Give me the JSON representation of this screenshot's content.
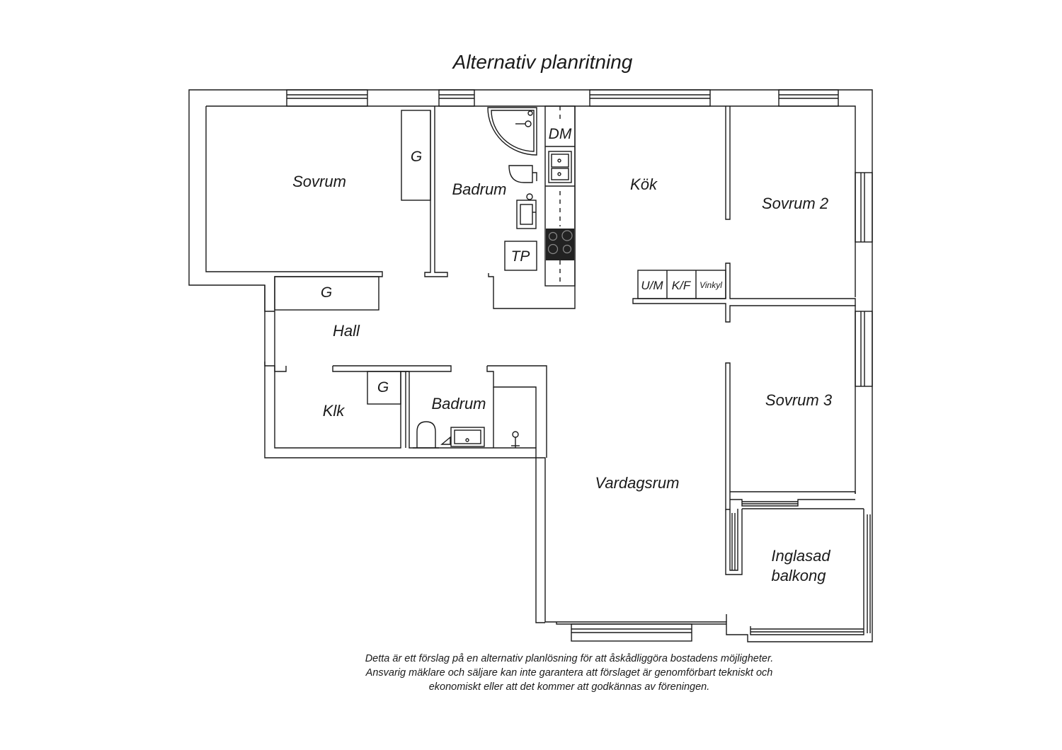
{
  "title": "Alternativ planritning",
  "rooms": {
    "sovrum": "Sovrum",
    "closet_sovrum": "G",
    "badrum_top": "Badrum",
    "tp": "TP",
    "dm": "DM",
    "kok": "Kök",
    "um": "U/M",
    "kf": "K/F",
    "vinkyl": "Vinkyl",
    "sovrum2": "Sovrum 2",
    "closet_hall": "G",
    "hall": "Hall",
    "klk": "Klk",
    "closet_klk": "G",
    "badrum_bottom": "Badrum",
    "sovrum3": "Sovrum 3",
    "vardagsrum": "Vardagsrum",
    "balkong_line1": "Inglasad",
    "balkong_line2": "balkong"
  },
  "disclaimer": [
    "Detta är ett förslag på en alternativ planlösning för att åskådliggöra bostadens möjligheter.",
    "Ansvarig mäklare och säljare kan inte garantera att förslaget är genomförbart tekniskt och",
    "ekonomiskt eller att det kommer att godkännas av föreningen."
  ]
}
